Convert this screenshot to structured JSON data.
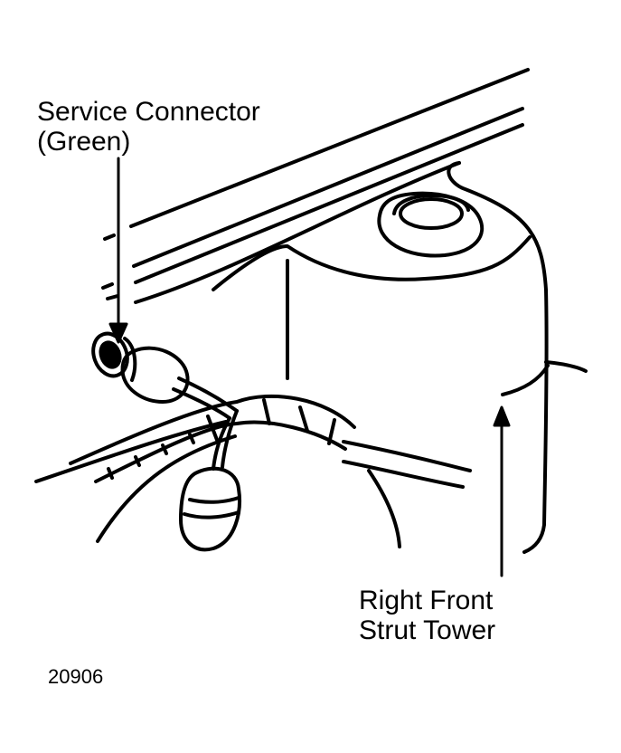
{
  "labels": {
    "service_connector": {
      "line1": "Service Connector",
      "line2": "(Green)"
    },
    "strut_tower": {
      "line1": "Right Front",
      "line2": "Strut Tower"
    }
  },
  "figure_id": "20906",
  "colors": {
    "ink": "#000000",
    "background": "#ffffff"
  }
}
